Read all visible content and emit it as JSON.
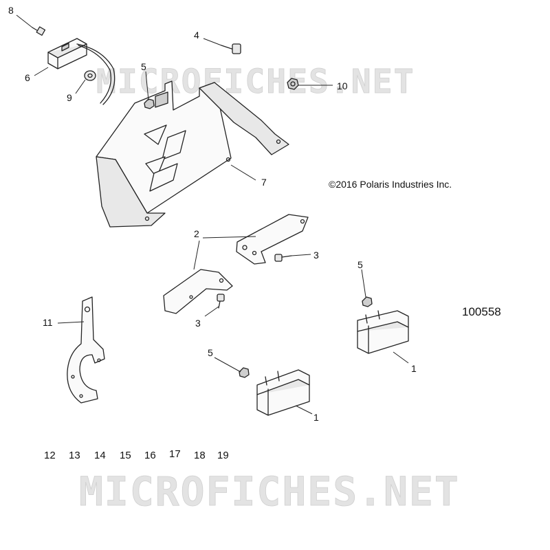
{
  "watermark": {
    "top": "MICROFICHES.NET",
    "bottom": "MICROFICHES.NET"
  },
  "copyright": "©2016  Polaris Industries Inc.",
  "diagram_number": "100558",
  "callouts": {
    "c1a": "1",
    "c1b": "1",
    "c2": "2",
    "c3a": "3",
    "c3b": "3",
    "c4": "4",
    "c5a": "5",
    "c5b": "5",
    "c5c": "5",
    "c6": "6",
    "c7": "7",
    "c8": "8",
    "c9": "9",
    "c10": "10",
    "c11": "11"
  },
  "unreferenced_parts": [
    "12",
    "13",
    "14",
    "15",
    "16",
    "17",
    "18",
    "19"
  ]
}
